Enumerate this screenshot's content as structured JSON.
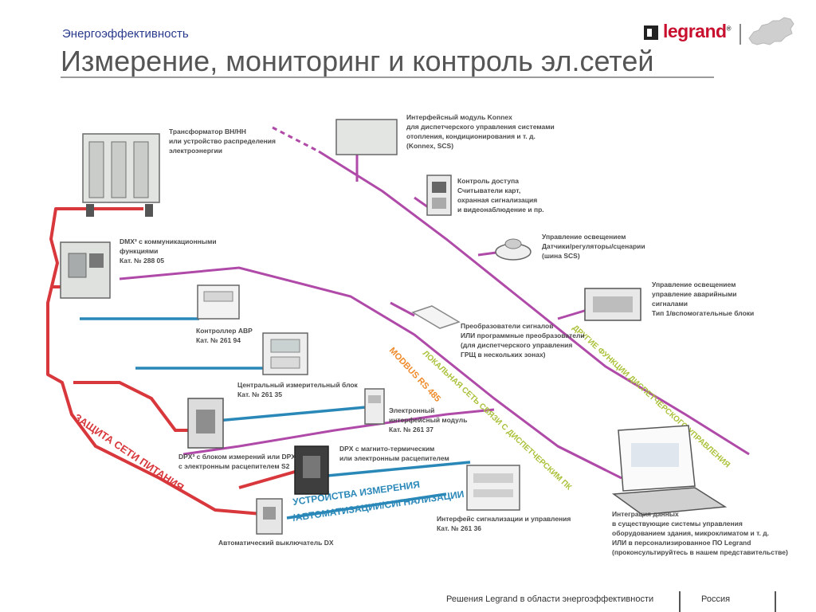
{
  "header": {
    "subtitle": "Энергоэффективность",
    "title": "Измерение, мониторинг и контроль эл.сетей"
  },
  "brand": {
    "name": "legrand",
    "reg": "®"
  },
  "devices": {
    "transformer": [
      "Трансформатор ВН/НН",
      "или устройство распределения",
      "электроэнергии"
    ],
    "dmx": [
      "DMX³ с коммуникационными",
      "функциями",
      "Кат. № 288 05"
    ],
    "avr": [
      "Контроллер АВР",
      "Кат. № 261 94"
    ],
    "central": [
      "Центральный измерительный блок",
      "Кат. № 261 35"
    ],
    "dpx_s2": [
      "DPX³ с блоком измерений или DPX",
      "с электронным расцепителем S2"
    ],
    "dpx_mt": [
      "DPX с магнито-термическим",
      "или электронным расцепителем"
    ],
    "dx": [
      "Автоматический выключатель DX"
    ],
    "einterface": [
      "Электронный",
      "интерфейсный модуль",
      "Кат. № 261 37"
    ],
    "signaling": [
      "Интерфейс сигнализации и управления",
      "Кат. № 261 36"
    ],
    "converters": [
      "Преобразователи сигналов",
      "ИЛИ программные преобразователи",
      "(для диспетчерского управления",
      "ГРЩ в нескольких зонах)"
    ],
    "konnex": [
      "Интерфейсный модуль Konnex",
      "для диспетчерского управления системами",
      "отопления, кондиционирования и т. д.",
      "(Konnex, SCS)"
    ],
    "access": [
      "Контроль доступа",
      "Считыватели карт,",
      "охранная сигнализация",
      "и видеонаблюдение и пр."
    ],
    "lighting": [
      "Управление освещением",
      "Датчики/регуляторы/сценарии",
      "(шина SCS)"
    ],
    "emergency": [
      "Управление освещением",
      "управление аварийными",
      "сигналами",
      "Тип 1/вспомогательные блоки"
    ],
    "integration": [
      "Интеграция данных",
      "в существующие системы управления",
      "оборудованием здания, микроклиматом и т. д.",
      "ИЛИ в персонализированное ПО Legrand",
      "(проконсультируйтесь в нашем представительстве)"
    ]
  },
  "buses": {
    "protection": "ЗАЩИТА СЕТИ ПИТАНИЯ",
    "modbus": "MODBUS RS 485",
    "local": "ЛОКАЛЬНАЯ СЕТЬ СВЯЗИ С ДИСПЕТЧЕРСКИМ ПК",
    "other": "ДРУГИЕ ФУНКЦИИ ДИСПЕТЧЕРСКОГО УПРАВЛЕНИЯ",
    "measure1": "УСТРОЙСТВА ИЗМЕРЕНИЯ",
    "measure2": "/АВТОМАТИЗАЦИИ/СИГНАЛИЗАЦИИ"
  },
  "colors": {
    "red": "#d8373c",
    "blue": "#2a88b8",
    "purple": "#b04aa8",
    "orange": "#ef8a2a",
    "green": "#a9c23a"
  },
  "footer": {
    "text": "Решения Legrand в области энергоэффективности",
    "region": "Россия"
  }
}
